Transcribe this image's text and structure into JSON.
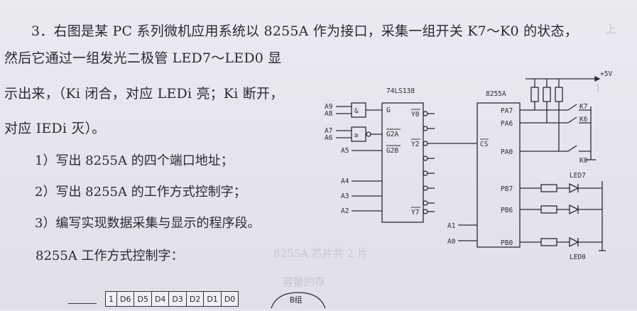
{
  "problem": {
    "line1": "3．右图是某 PC 系列微机应用系统以 8255A 作为接口，采集一组开关 K7～K0 的状态，",
    "line2": "然后它通过一组发光二极管 LED7～LED0 显",
    "line3": "示出来，（Ki 闭合，对应 LEDi 亮；Ki 断开，",
    "line4": "对应 IEDi 灭）。",
    "q1": "1）写出 8255A 的四个端口地址；",
    "q2": "2）写出 8255A 的工作方式控制字；",
    "q3": "3）编写实现数据采集与显示的程序段。",
    "cw_title": "8255A 工作方式控制字："
  },
  "faint_bleed": {
    "b1": "上",
    "b2": "1.",
    "b3": "8255A 芯片共 2 片",
    "b4": "容量的存"
  },
  "circuit": {
    "decoder_name": "74LS138",
    "chip_name": "8255A",
    "supply": "+5V",
    "decoder_inputs": [
      "A9",
      "A8",
      "A7",
      "A6",
      "A5",
      "A4",
      "A3",
      "A2"
    ],
    "decoder_pins": [
      "G",
      "G2A",
      "G2B"
    ],
    "decoder_outputs": [
      "Y0",
      "Y2",
      "Y7"
    ],
    "chip_pins_left": [
      "CS",
      "A1",
      "A0"
    ],
    "chip_pins_right": [
      "PA7",
      "PA6",
      "PA0",
      "PB7",
      "PB6",
      "PB0"
    ],
    "gate1": "&",
    "gate2": "≥",
    "switches": [
      "K7",
      "K6",
      "K0"
    ],
    "leds": [
      "LED7",
      "LED0"
    ]
  },
  "control_word": {
    "cells": [
      "1",
      "D6",
      "D5",
      "D4",
      "D3",
      "D2",
      "D1",
      "D0"
    ],
    "group_b": "B组"
  }
}
